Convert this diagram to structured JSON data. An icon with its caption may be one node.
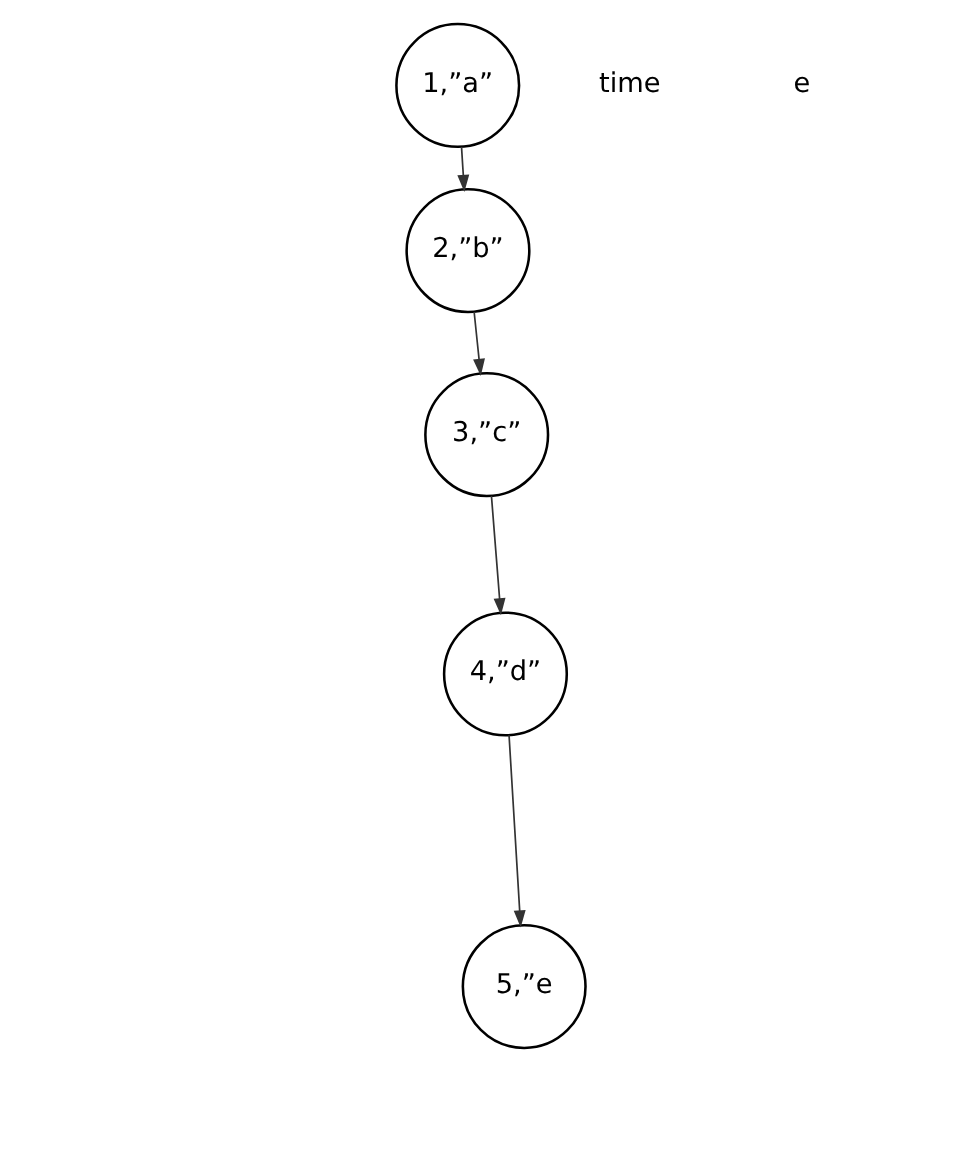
{
  "diagram": {
    "nodes": [
      {
        "text": [
          "1,”a”"
        ]
      },
      {
        "text": [
          "2,”b”"
        ]
      },
      {
        "text": [
          "3,”c”"
        ]
      },
      {
        "text": [
          "4,”d”"
        ]
      },
      {
        "text": [
          "5,”e"
        ]
      }
    ],
    "edges": [
      {
        "from": 0,
        "to": 1,
        "arrow": "to"
      },
      {
        "from": 1,
        "to": 2,
        "arrow": "to"
      },
      {
        "from": 2,
        "to": 3,
        "arrow": "to"
      },
      {
        "from": 3,
        "to": 4,
        "arrow": "to"
      }
    ],
    "labels": [
      "time",
      "e"
    ]
  }
}
